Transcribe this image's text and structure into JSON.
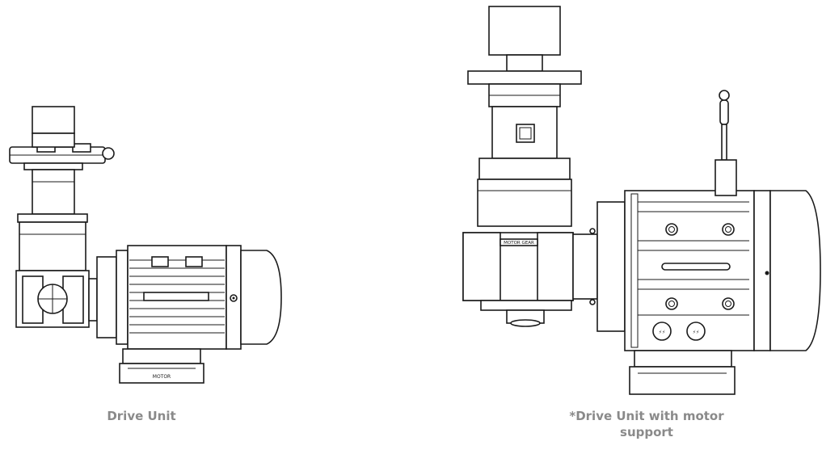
{
  "captions": {
    "drive_unit": "Drive Unit",
    "drive_unit_with_support": "*Drive Unit with motor support"
  },
  "plates": {
    "small_gearbox": "MOTOR",
    "large_gearbox": "MOTOR GEAR",
    "cable_gland_a": "⚡⚡",
    "cable_gland_b": "⚡⚡"
  }
}
